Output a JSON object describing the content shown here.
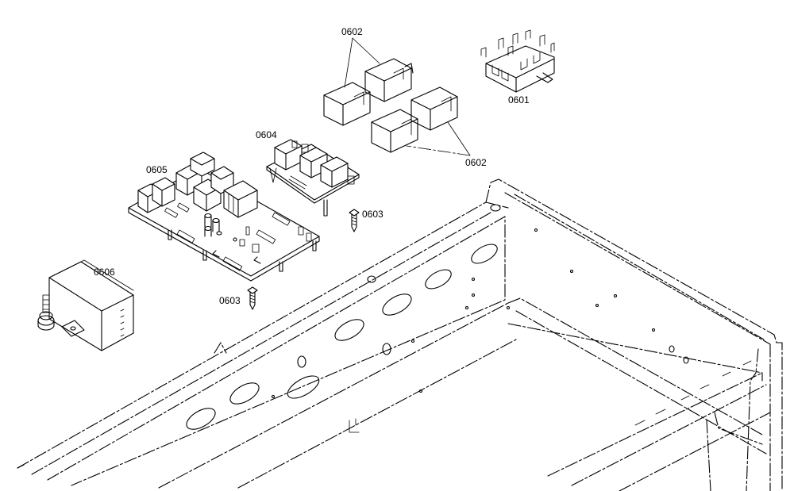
{
  "callouts": {
    "c0601": "0601",
    "c0602_top": "0602",
    "c0602_bottom": "0602",
    "c0603_right": "0603",
    "c0603_left": "0603",
    "c0604": "0604",
    "c0605": "0605",
    "c0606": "0606"
  },
  "colors": {
    "ink": "#000000",
    "paper": "#ffffff"
  }
}
